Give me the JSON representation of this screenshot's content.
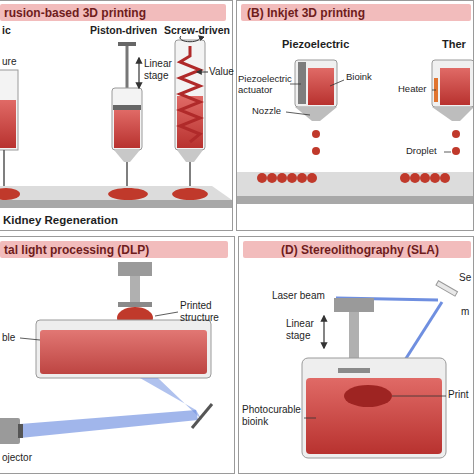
{
  "diagram": {
    "nodes": [
      {
        "text": [
          "rusion-based 3D printing"
        ]
      },
      {
        "text": [
          "(B) Inkjet 3D printing"
        ]
      },
      {
        "text": [
          "tal light processing (DLP)"
        ]
      },
      {
        "text": [
          "(D) Stereolithography (SLA)"
        ]
      }
    ],
    "labels": [
      "ic",
      "Piston-driven",
      "Screw-driven",
      "ure",
      "Linear stage",
      "Value",
      "Kidney Regeneration",
      "Piezoelectric",
      "Ther",
      "Piezoelectric actuator",
      "Bioink",
      "Nozzle",
      "Heater",
      "Droplet",
      "Printed structure",
      "ble",
      "ojector",
      "Laser beam",
      "Se",
      "m",
      "Linear stage",
      "Photocurable bioink",
      "Print"
    ]
  }
}
